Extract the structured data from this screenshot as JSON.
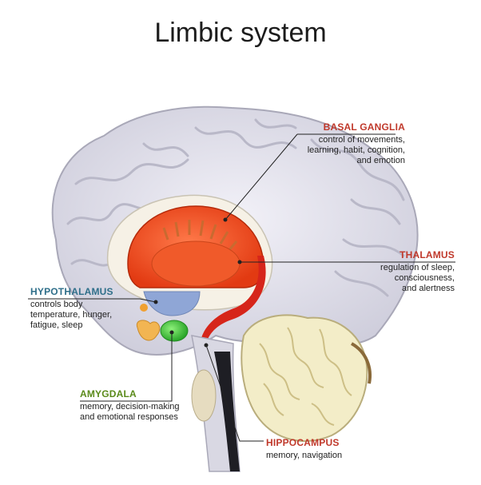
{
  "title": "Limbic system",
  "labels": {
    "basal_ganglia": {
      "name": "BASAL GANGLIA",
      "desc1": "control of movements,",
      "desc2": "learning, habit, cognition,",
      "desc3": "and emotion"
    },
    "thalamus": {
      "name": "THALAMUS",
      "desc1": "regulation of sleep,",
      "desc2": "consciousness,",
      "desc3": "and alertness"
    },
    "hypothalamus": {
      "name": "HYPOTHALAMUS",
      "desc1": "controls body",
      "desc2": "temperature, hunger,",
      "desc3": "fatigue, sleep"
    },
    "amygdala": {
      "name": "AMYGDALA",
      "desc1": "memory, decision-making",
      "desc2": "and emotional responses"
    },
    "hippocampus": {
      "name": "HIPPOCAMPUS",
      "desc1": "memory, navigation"
    }
  },
  "colors": {
    "brain": "#e4e3ee",
    "basal_ganglia": "#e8421c",
    "thalamus": "#d8572a",
    "amygdala": "#3fbf3a",
    "hippocampus_strip": "#d6251a",
    "cerebellum": "#f3edc8",
    "brainstem": "#d9d8e3",
    "label_teal": "#2f6f8a",
    "label_red": "#c0392b",
    "label_green": "#5a8a1a"
  }
}
